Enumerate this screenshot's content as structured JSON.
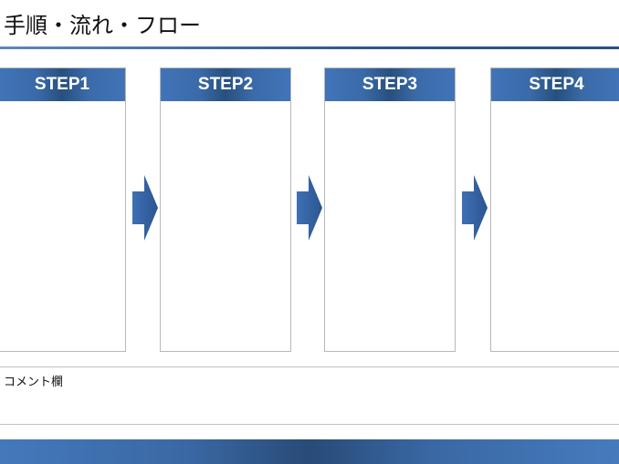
{
  "title": "手順・流れ・フロー",
  "steps": [
    {
      "label": "STEP1"
    },
    {
      "label": "STEP2"
    },
    {
      "label": "STEP3"
    },
    {
      "label": "STEP4"
    }
  ],
  "comment": {
    "label": "コメント欄"
  },
  "colors": {
    "accent": "#3a6aa8",
    "dark": "#27507f"
  },
  "icons": {
    "arrow": "arrow-right-icon"
  }
}
